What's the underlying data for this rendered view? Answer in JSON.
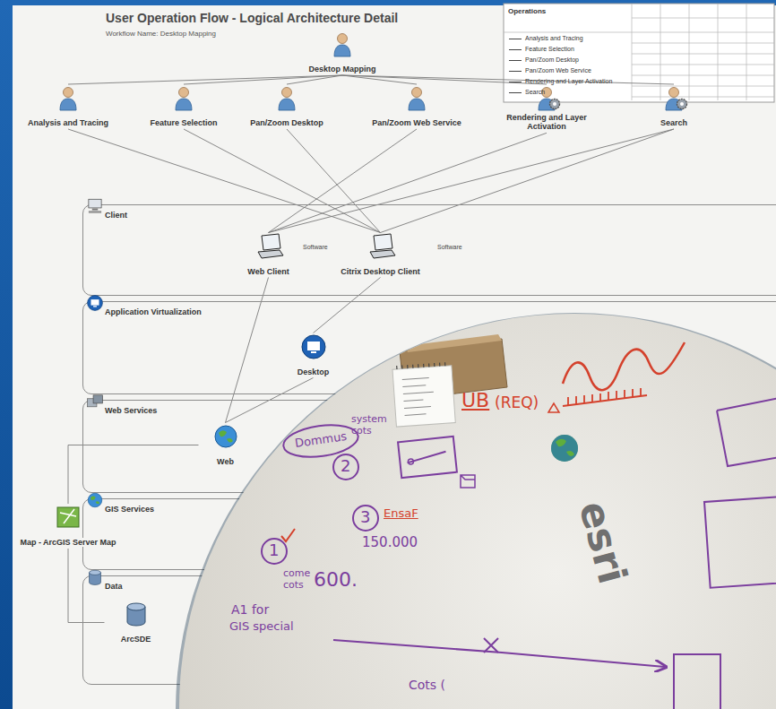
{
  "diagram": {
    "title": "User Operation Flow - Logical Architecture Detail",
    "nodes": [
      {
        "text": [
          "Desktop Mapping"
        ]
      },
      {
        "text": [
          "Analysis and Tracing"
        ]
      },
      {
        "text": [
          "Feature Selection"
        ]
      },
      {
        "text": [
          "Pan/Zoom Desktop"
        ]
      },
      {
        "text": [
          "Pan/Zoom Web Service"
        ]
      },
      {
        "text": [
          "Rendering and Layer Activation"
        ]
      },
      {
        "text": [
          "Search"
        ]
      },
      {
        "text": [
          "Client"
        ]
      },
      {
        "text": [
          "Web Client"
        ],
        "in": 7
      },
      {
        "text": [
          "Citrix Desktop Client"
        ],
        "in": 7
      },
      {
        "text": [
          "Application Virtualization"
        ]
      },
      {
        "text": [
          "Desktop"
        ],
        "in": 10
      },
      {
        "text": [
          "Web Services"
        ]
      },
      {
        "text": [
          "Web"
        ],
        "in": 12
      },
      {
        "text": [
          "GIS Services"
        ]
      },
      {
        "text": [
          "Map - ArcGIS Server Map"
        ]
      },
      {
        "text": [
          "Data"
        ]
      },
      {
        "text": [
          "ArcSDE"
        ],
        "in": 16
      }
    ],
    "edges": [
      {
        "from": 0,
        "to": 1,
        "arrow": "none"
      },
      {
        "from": 0,
        "to": 2,
        "arrow": "none"
      },
      {
        "from": 0,
        "to": 3,
        "arrow": "none"
      },
      {
        "from": 0,
        "to": 4,
        "arrow": "none"
      },
      {
        "from": 0,
        "to": 5,
        "arrow": "none"
      },
      {
        "from": 0,
        "to": 6,
        "arrow": "none"
      },
      {
        "from": 1,
        "to": 9,
        "arrow": "none"
      },
      {
        "from": 2,
        "to": 9,
        "arrow": "none"
      },
      {
        "from": 3,
        "to": 9,
        "arrow": "none"
      },
      {
        "from": 4,
        "to": 8,
        "arrow": "none"
      },
      {
        "from": 5,
        "to": 8,
        "arrow": "none"
      },
      {
        "from": 6,
        "to": 8,
        "arrow": "none"
      },
      {
        "from": 6,
        "to": 9,
        "arrow": "none"
      },
      {
        "from": 8,
        "to": 13,
        "arrow": "none"
      },
      {
        "from": 9,
        "to": 11,
        "arrow": "none"
      },
      {
        "from": 11,
        "to": 13,
        "arrow": "none"
      },
      {
        "from": 13,
        "to": 15,
        "arrow": "none"
      },
      {
        "from": 15,
        "to": 17,
        "arrow": "none"
      }
    ],
    "labels": [
      "Workflow Name: Desktop Mapping",
      "Operations",
      "Software",
      "Software",
      "UB",
      "(REQ)",
      "Dommus",
      "system cots",
      "2",
      "3",
      "EnsaF",
      "150.000",
      "1",
      "come",
      "cots",
      "600.",
      "A1 for",
      "GIS special",
      "Cots (",
      "esri"
    ],
    "legend": [
      {
        "text": "Analysis and Tracing"
      },
      {
        "text": "Feature Selection"
      },
      {
        "text": "Pan/Zoom Desktop"
      },
      {
        "text": "Pan/Zoom Web Service"
      },
      {
        "text": "Rendering and Layer Activation"
      },
      {
        "text": "Search"
      }
    ]
  }
}
